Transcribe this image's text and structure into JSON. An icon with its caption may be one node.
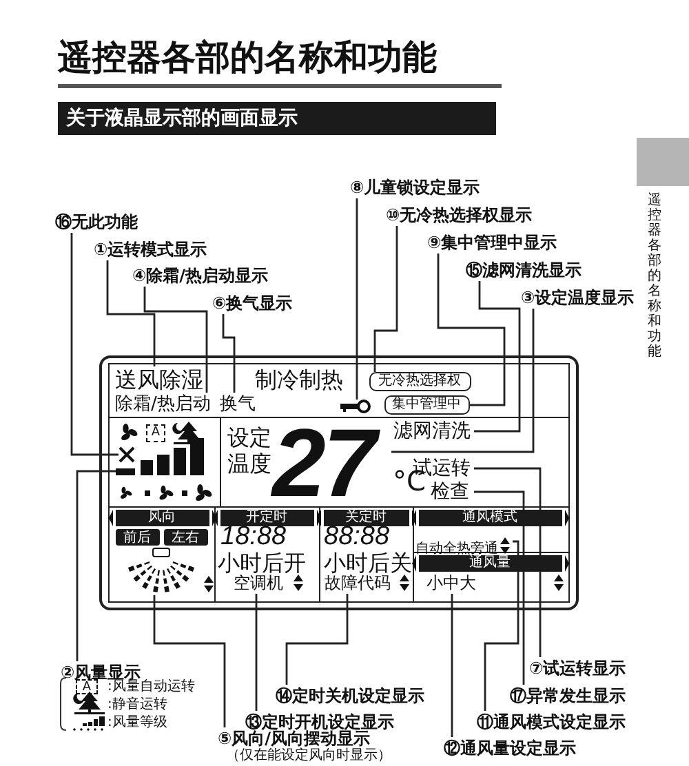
{
  "diagram": {
    "title": "遥控器各部的名称和功能",
    "nodes": [
      {
        "text": [
          "关于液晶显示部的画面显示"
        ]
      },
      {
        "text": [
          "⑧儿童锁设定显示"
        ]
      },
      {
        "text": [
          "⑯无此功能"
        ]
      },
      {
        "text": [
          "⑩无冷热选择权显示"
        ]
      },
      {
        "text": [
          "①运转模式显示"
        ]
      },
      {
        "text": [
          "⑨集中管理中显示"
        ]
      },
      {
        "text": [
          "④除霜/热启动显示"
        ]
      },
      {
        "text": [
          "⑮滤网清洗显示"
        ]
      },
      {
        "text": [
          "⑥换气显示"
        ]
      },
      {
        "text": [
          "③设定温度显示"
        ]
      },
      {
        "text": [],
        "shape": "box"
      },
      {
        "text": [
          "送风除湿"
        ],
        "in": 10
      },
      {
        "text": [
          "无冷热选择权"
        ],
        "in": 10
      },
      {
        "text": [
          "除霜/热启动"
        ],
        "in": 10
      },
      {
        "text": [
          "换气"
        ],
        "in": 10
      },
      {
        "text": [],
        "shape": "key",
        "in": 10
      },
      {
        "text": [
          "集中管理中"
        ],
        "in": 10
      },
      {
        "text": [],
        "shape": "cross",
        "in": 10
      },
      {
        "text": [],
        "shape": "bar",
        "in": 10
      },
      {
        "text": [
          "滤网清洗"
        ],
        "in": 10
      },
      {
        "text": [
          "27"
        ],
        "in": 10
      },
      {
        "text": [
          "试运转"
        ],
        "in": 10
      },
      {
        "text": [
          "检查"
        ],
        "in": 10
      },
      {
        "text": [
          "风向"
        ],
        "in": 10
      },
      {
        "text": [
          "开定时"
        ],
        "in": 10
      },
      {
        "text": [
          "关定时"
        ],
        "in": 10
      },
      {
        "text": [
          "通风模式"
        ],
        "in": 10
      },
      {
        "text": [
          "前后"
        ],
        "in": 10
      },
      {
        "text": [
          "左右"
        ],
        "in": 10
      },
      {
        "text": [
          "自动全热旁通"
        ],
        "in": 10
      },
      {
        "text": [
          "通风量"
        ],
        "in": 10
      },
      {
        "text": [],
        "shape": "picture",
        "in": 10
      },
      {
        "text": [
          "空调机"
        ],
        "in": 10
      },
      {
        "text": [
          "故障代码"
        ],
        "in": 10
      },
      {
        "text": [
          "小中大"
        ],
        "in": 10
      },
      {
        "text": [
          "②风量显示"
        ]
      },
      {
        "text": [
          "⑦试运转显示"
        ]
      },
      {
        "text": [
          "⑰异常发生显示"
        ]
      },
      {
        "text": [
          "⑭定时关机设定显示"
        ]
      },
      {
        "text": [
          "⑪通风模式设定显示"
        ]
      },
      {
        "text": [
          "⑬定时开机设定显示"
        ]
      },
      {
        "text": [
          "⑤风向/风向摆动显示"
        ],
        "beside": [
          "（仅在能设定风向时显示）"
        ]
      },
      {
        "text": [
          "⑫通风量设定显示"
        ]
      }
    ],
    "edges": [
      {
        "from": 1,
        "to": 15,
        "arrow": "none"
      },
      {
        "from": 2,
        "to": 17,
        "arrow": "none"
      },
      {
        "from": 3,
        "to": 12,
        "arrow": "none"
      },
      {
        "from": 4,
        "to": 11,
        "arrow": "none"
      },
      {
        "from": 5,
        "to": 16,
        "arrow": "none"
      },
      {
        "from": 6,
        "to": 13,
        "arrow": "none"
      },
      {
        "from": 7,
        "to": 19,
        "arrow": "none"
      },
      {
        "from": 8,
        "to": 14,
        "arrow": "none"
      },
      {
        "from": 9,
        "to": 20,
        "arrow": "none"
      },
      {
        "from": 35,
        "to": 18,
        "arrow": "none"
      },
      {
        "from": 36,
        "to": 21,
        "arrow": "none"
      },
      {
        "from": 37,
        "to": 22,
        "arrow": "none"
      },
      {
        "from": 38,
        "to": 33,
        "arrow": "none"
      },
      {
        "from": 39,
        "to": 29,
        "arrow": "none"
      },
      {
        "from": 40,
        "to": 32,
        "arrow": "none"
      },
      {
        "from": 41,
        "to": 31,
        "arrow": "none"
      },
      {
        "from": 42,
        "to": 34,
        "arrow": "none"
      }
    ],
    "labels": [
      "制冷制热",
      "A",
      "设定温度",
      "°C",
      "18:88",
      "88:88",
      "小时后开",
      "小时后关",
      "遥控器各部的名称和功能",
      "A"
    ],
    "legend": [
      {
        "text": ":风量自动运转"
      },
      {
        "text": ":静音运转"
      },
      {
        "text": ":风量等级"
      }
    ]
  }
}
